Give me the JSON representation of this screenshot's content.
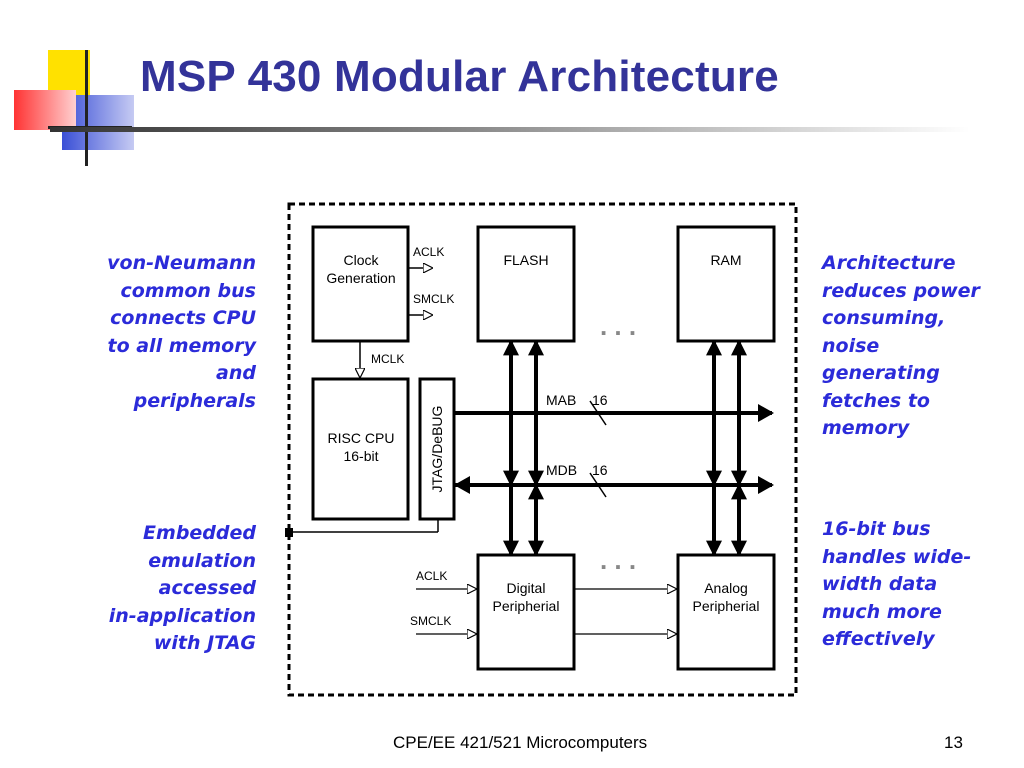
{
  "slide": {
    "title": "MSP 430 Modular Architecture",
    "footer": "CPE/EE 421/521 Microcomputers",
    "page_number": "13",
    "accent_color": "#333399",
    "callout_color": "#2b2bd9"
  },
  "callouts": {
    "von_neumann": "von-Neumann\ncommon bus\nconnects CPU\nto all memory\nand\nperipherals",
    "embedded_emulation": "Embedded\nemulation\naccessed\nin-application\nwith JTAG",
    "architecture": "Architecture\nreduces power\nconsuming,\nnoise\ngenerating\nfetches to\nmemory",
    "bus_16bit": "16-bit bus\nhandles wide-\nwidth data\nmuch more\neffectively"
  },
  "diagram": {
    "clock_generation": [
      "Clock",
      "Generation"
    ],
    "risc_cpu": [
      "RISC CPU",
      "16-bit"
    ],
    "jtag_debug": "JTAG/DeBUG",
    "flash": "FLASH",
    "ram": "RAM",
    "digital_peripherial": [
      "Digital",
      "Peripherial"
    ],
    "analog_peripherial": [
      "Analog",
      "Peripherial"
    ],
    "signals": {
      "aclk": "ACLK",
      "smclk": "SMCLK",
      "mclk": "MCLK"
    },
    "buses": {
      "mab": "MAB",
      "mab_width": "16",
      "mdb": "MDB",
      "mdb_width": "16"
    },
    "ellipsis": ". . ."
  }
}
